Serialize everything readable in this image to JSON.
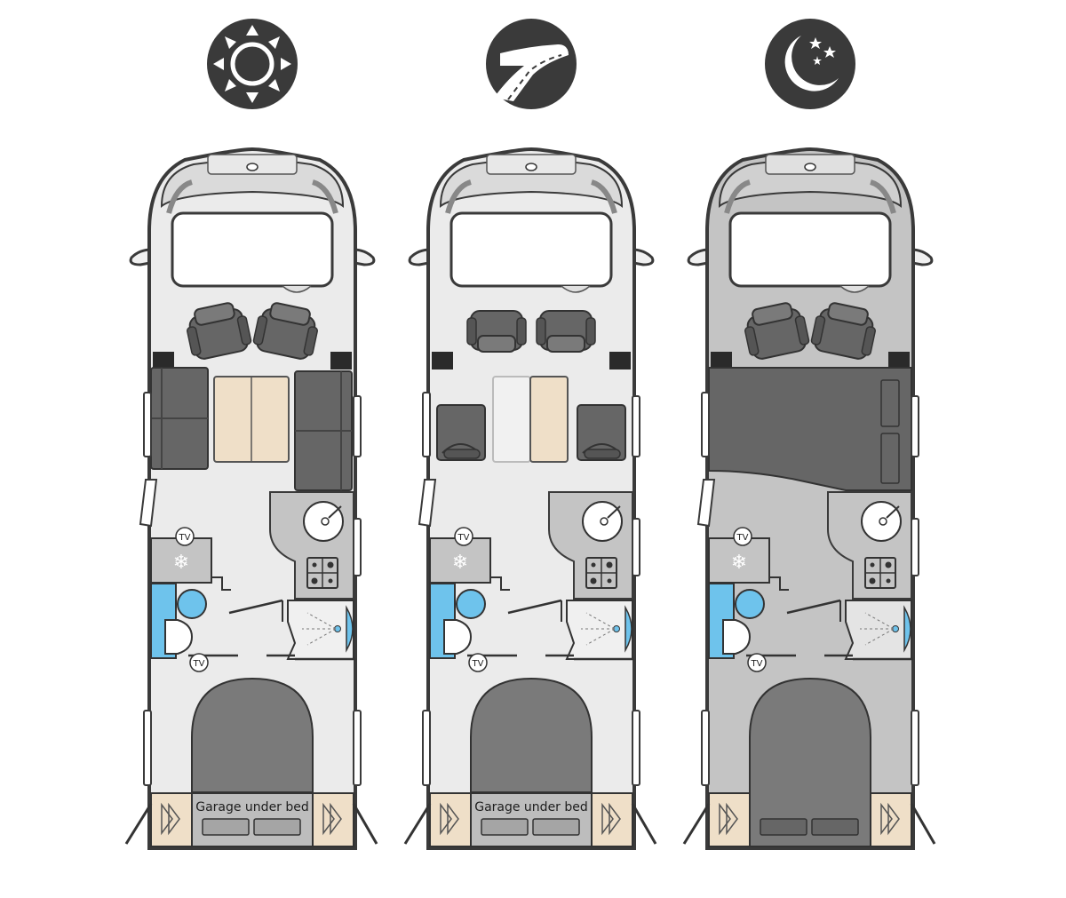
{
  "modes": [
    {
      "id": "day",
      "icon": "sun-icon",
      "garage_label": "Garage under bed",
      "tv_label": "TV"
    },
    {
      "id": "drive",
      "icon": "road-icon",
      "garage_label": "Garage under bed",
      "tv_label": "TV"
    },
    {
      "id": "night",
      "icon": "moon-stars-icon",
      "tv_label": "TV"
    }
  ],
  "colors": {
    "outline": "#3a3a3a",
    "floor_light": "#ebebeb",
    "floor_dark": "#c4c4c4",
    "seat": "#666666",
    "table": "#efdfc8",
    "water": "#6ec3ec",
    "icon_bg": "#3a3a3a"
  }
}
